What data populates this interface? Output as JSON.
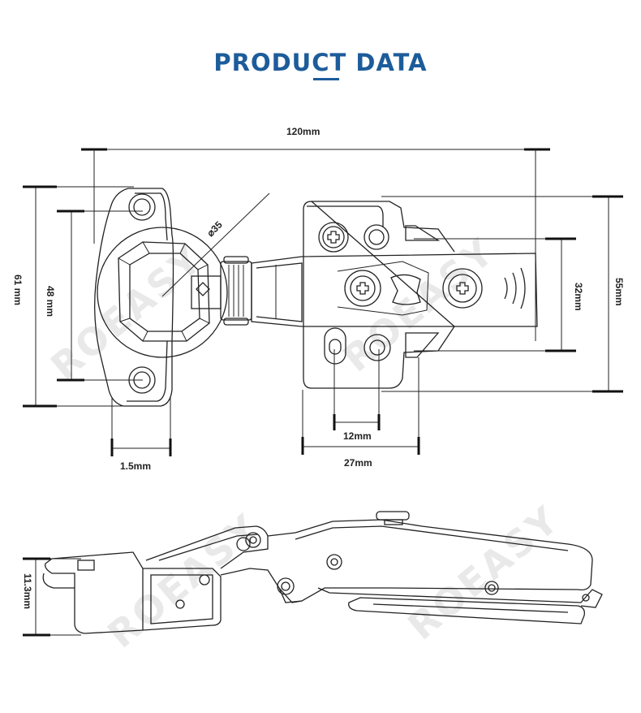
{
  "header": {
    "title": "PRODUCT DATA"
  },
  "watermark": {
    "text": "ROEASY"
  },
  "top_view": {
    "dimensions": {
      "overall_length": "120mm",
      "cup_diameter": "⌀35",
      "plate_height": "61 mm",
      "hole_spacing": "48 mm",
      "cup_offset": "1.5mm",
      "arm_slot_spacing": "32mm",
      "arm_height": "55mm",
      "mount_hole_spacing": "12mm",
      "mount_plate_width": "27mm"
    }
  },
  "side_view": {
    "dimensions": {
      "cup_depth": "11.3mm"
    }
  },
  "colors": {
    "title": "#1d5c9a",
    "lines": "#222222",
    "watermark": "#d8d8d8"
  }
}
